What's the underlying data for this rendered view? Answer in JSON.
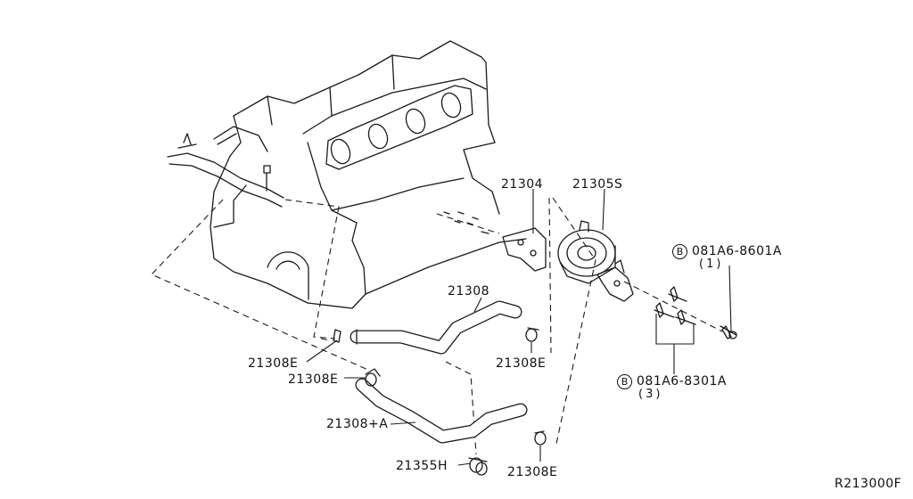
{
  "diagram": {
    "parts": {
      "p21304": "21304",
      "p21305s": "21305S",
      "p21308_top": "21308",
      "p21308e_left": "21308E",
      "p21308e_mid": "21308E",
      "p21308e_right": "21308E",
      "p21308e_bottom": "21308E",
      "p21308a": "21308+A",
      "p21355h": "21355H"
    },
    "bolts": {
      "b1_marker": "B",
      "b1_code": "081A6-8601A",
      "b1_qty": "(1)",
      "b2_marker": "B",
      "b2_code": "081A6-8301A",
      "b2_qty": "(3)"
    },
    "ref_code": "R213000F"
  }
}
